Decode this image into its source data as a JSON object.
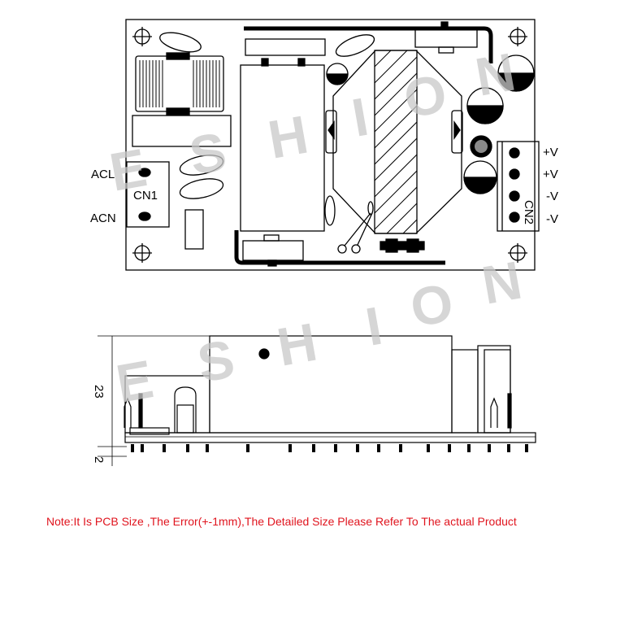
{
  "pcb_top": {
    "labels": {
      "acl": "ACL",
      "acn": "ACN",
      "cn1": "CN1",
      "cn2": "CN2",
      "out1": "+V",
      "out2": "+V",
      "out3": "-V",
      "out4": "-V"
    }
  },
  "side_view": {
    "height_dim": "23",
    "pin_dim": "2"
  },
  "watermark": {
    "letters_top": [
      "E",
      "S",
      "H",
      "I",
      "O",
      "N"
    ],
    "letters_mid": [
      "E",
      "S",
      "H",
      "I",
      "O",
      "N"
    ]
  },
  "note": "Note:It Is PCB Size ,The Error(+-1mm),The Detailed Size Please Refer To The actual Product",
  "colors": {
    "note": "#e0141e",
    "watermark": "#c8c8c8"
  }
}
